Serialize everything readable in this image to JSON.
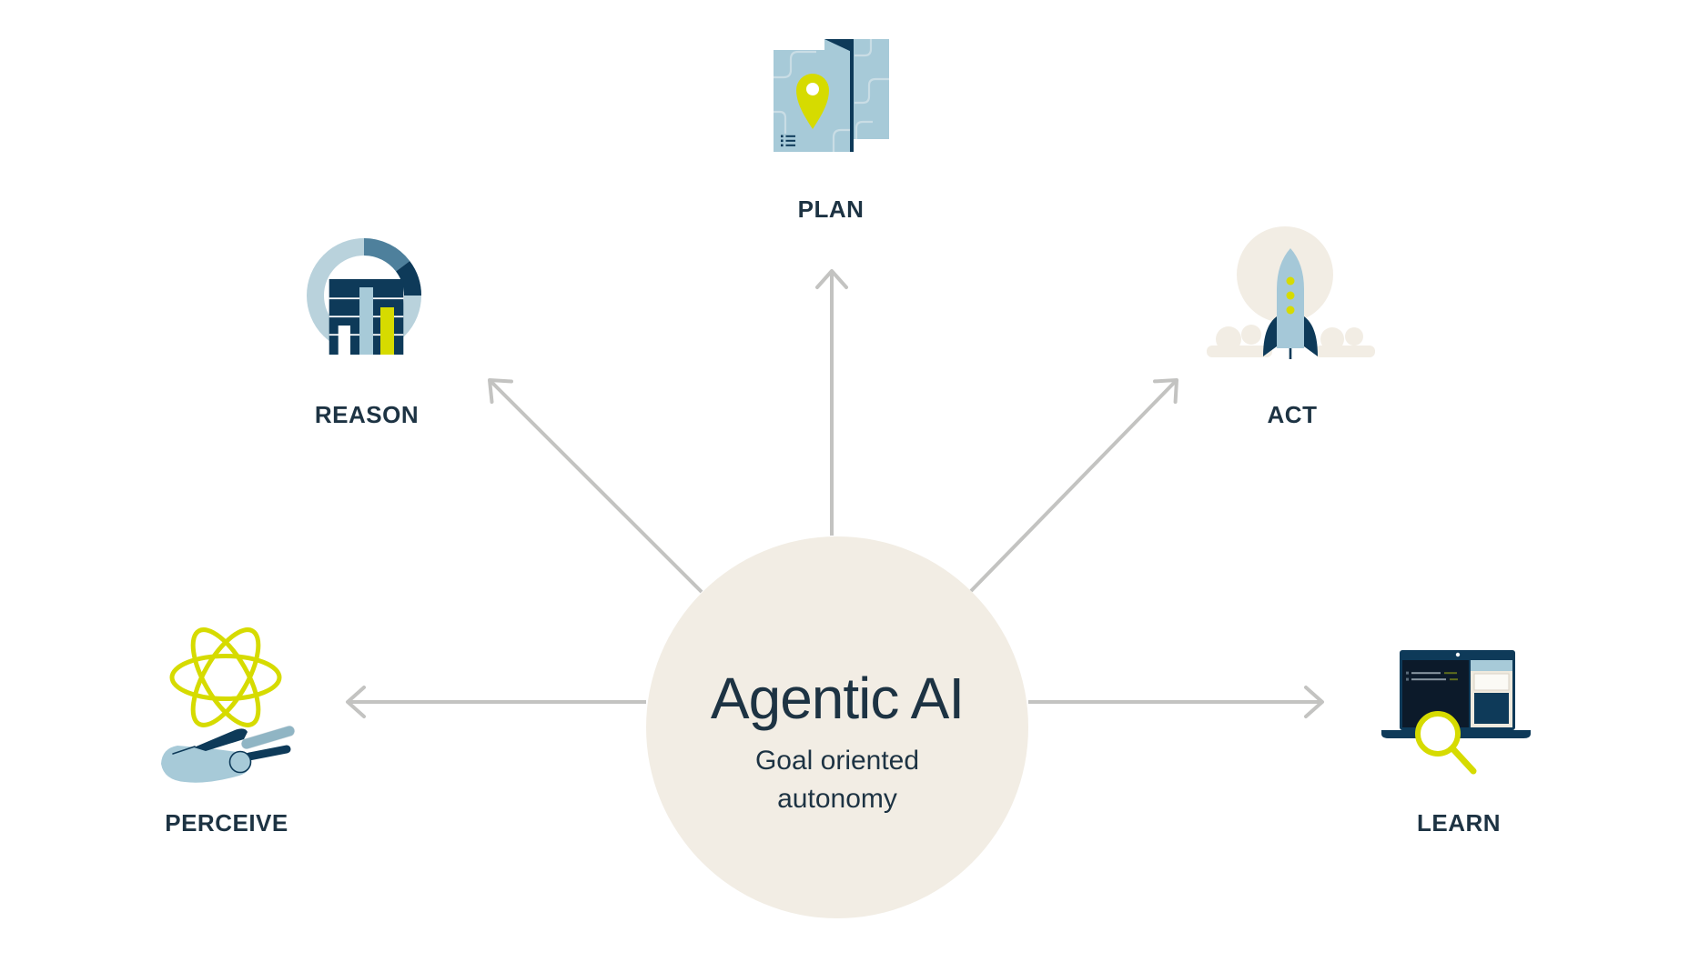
{
  "diagram": {
    "center": {
      "title": "Agentic AI",
      "subtitle": "Goal oriented autonomy"
    },
    "nodes": [
      {
        "id": "plan",
        "label": "PLAN",
        "icon": "map-location-icon",
        "direction": "up"
      },
      {
        "id": "reason",
        "label": "REASON",
        "icon": "donut-chart-bars-icon",
        "direction": "up-left"
      },
      {
        "id": "act",
        "label": "ACT",
        "icon": "rocket-launch-icon",
        "direction": "up-right"
      },
      {
        "id": "perceive",
        "label": "PERCEIVE",
        "icon": "hand-atom-icon",
        "direction": "left"
      },
      {
        "id": "learn",
        "label": "LEARN",
        "icon": "laptop-magnifier-icon",
        "direction": "right"
      }
    ],
    "colors": {
      "background": "#ffffff",
      "hub_fill": "#f2ede4",
      "text_navy": "#1d3343",
      "arrow_gray": "#c3c3c1",
      "icon_light_blue": "#a7cad8",
      "icon_ring_light": "#b9d2dc",
      "icon_medium_blue": "#4e809c",
      "icon_navy": "#0e3a59",
      "icon_panel_dark": "#0c1a2a",
      "icon_yellow": "#d6db00",
      "icon_beige": "#f2ede4"
    }
  }
}
